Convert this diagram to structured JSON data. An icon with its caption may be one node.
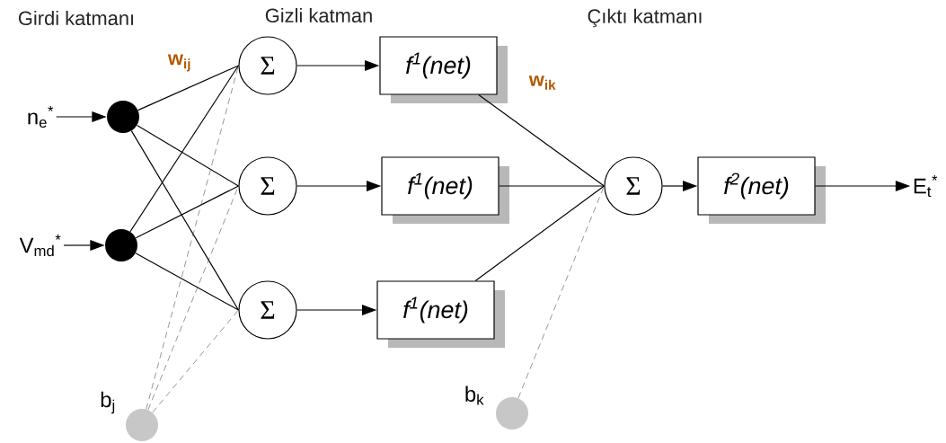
{
  "diagram": {
    "nodes": [
      {
        "text": [
          "n$_{e}$$^{*}$"
        ]
      },
      {
        "text": [
          "V$_{md}$$^{*}$"
        ]
      },
      {
        "text": [],
        "shape": "circle"
      },
      {
        "text": [],
        "shape": "circle"
      },
      {
        "text": [
          "Σ"
        ]
      },
      {
        "text": [
          "Σ"
        ]
      },
      {
        "text": [
          "Σ"
        ]
      },
      {
        "text": [
          "f$^{1}$(net)"
        ]
      },
      {
        "text": [
          "f$^{1}$(net)"
        ]
      },
      {
        "text": [
          "f$^{1}$(net)"
        ]
      },
      {
        "text": [],
        "shape": "circle",
        "beside": [
          "b$_{j}$"
        ]
      },
      {
        "text": [
          "Σ"
        ]
      },
      {
        "text": [
          "f$^{2}$(net)"
        ]
      },
      {
        "text": [
          "E$_{t}$$^{*}$"
        ]
      },
      {
        "text": [],
        "shape": "circle",
        "beside": [
          "b$_{k}$"
        ]
      }
    ],
    "edges": [
      {
        "from": 0,
        "to": 2,
        "arrow": "to"
      },
      {
        "from": 1,
        "to": 3,
        "arrow": "to"
      },
      {
        "from": 2,
        "to": 4,
        "arrow": "none"
      },
      {
        "from": 2,
        "to": 5,
        "arrow": "none"
      },
      {
        "from": 2,
        "to": 6,
        "arrow": "none"
      },
      {
        "from": 3,
        "to": 4,
        "arrow": "none"
      },
      {
        "from": 3,
        "to": 5,
        "arrow": "none"
      },
      {
        "from": 3,
        "to": 6,
        "arrow": "none"
      },
      {
        "from": 10,
        "to": 4,
        "arrow": "none",
        "style": "dashed"
      },
      {
        "from": 10,
        "to": 5,
        "arrow": "none",
        "style": "dashed"
      },
      {
        "from": 10,
        "to": 6,
        "arrow": "none",
        "style": "dashed"
      },
      {
        "from": 4,
        "to": 7,
        "arrow": "to"
      },
      {
        "from": 5,
        "to": 8,
        "arrow": "to"
      },
      {
        "from": 6,
        "to": 9,
        "arrow": "to"
      },
      {
        "from": 7,
        "to": 11,
        "arrow": "none"
      },
      {
        "from": 8,
        "to": 11,
        "arrow": "none"
      },
      {
        "from": 9,
        "to": 11,
        "arrow": "none"
      },
      {
        "from": 14,
        "to": 11,
        "arrow": "none",
        "style": "dashed"
      },
      {
        "from": 11,
        "to": 12,
        "arrow": "to"
      },
      {
        "from": 12,
        "to": 13,
        "arrow": "to"
      }
    ],
    "labels": [
      "Girdi katmanı",
      "Gizli katman",
      "Çıktı katmanı",
      "w$_{ij}$",
      "w$_{ik}$"
    ]
  }
}
